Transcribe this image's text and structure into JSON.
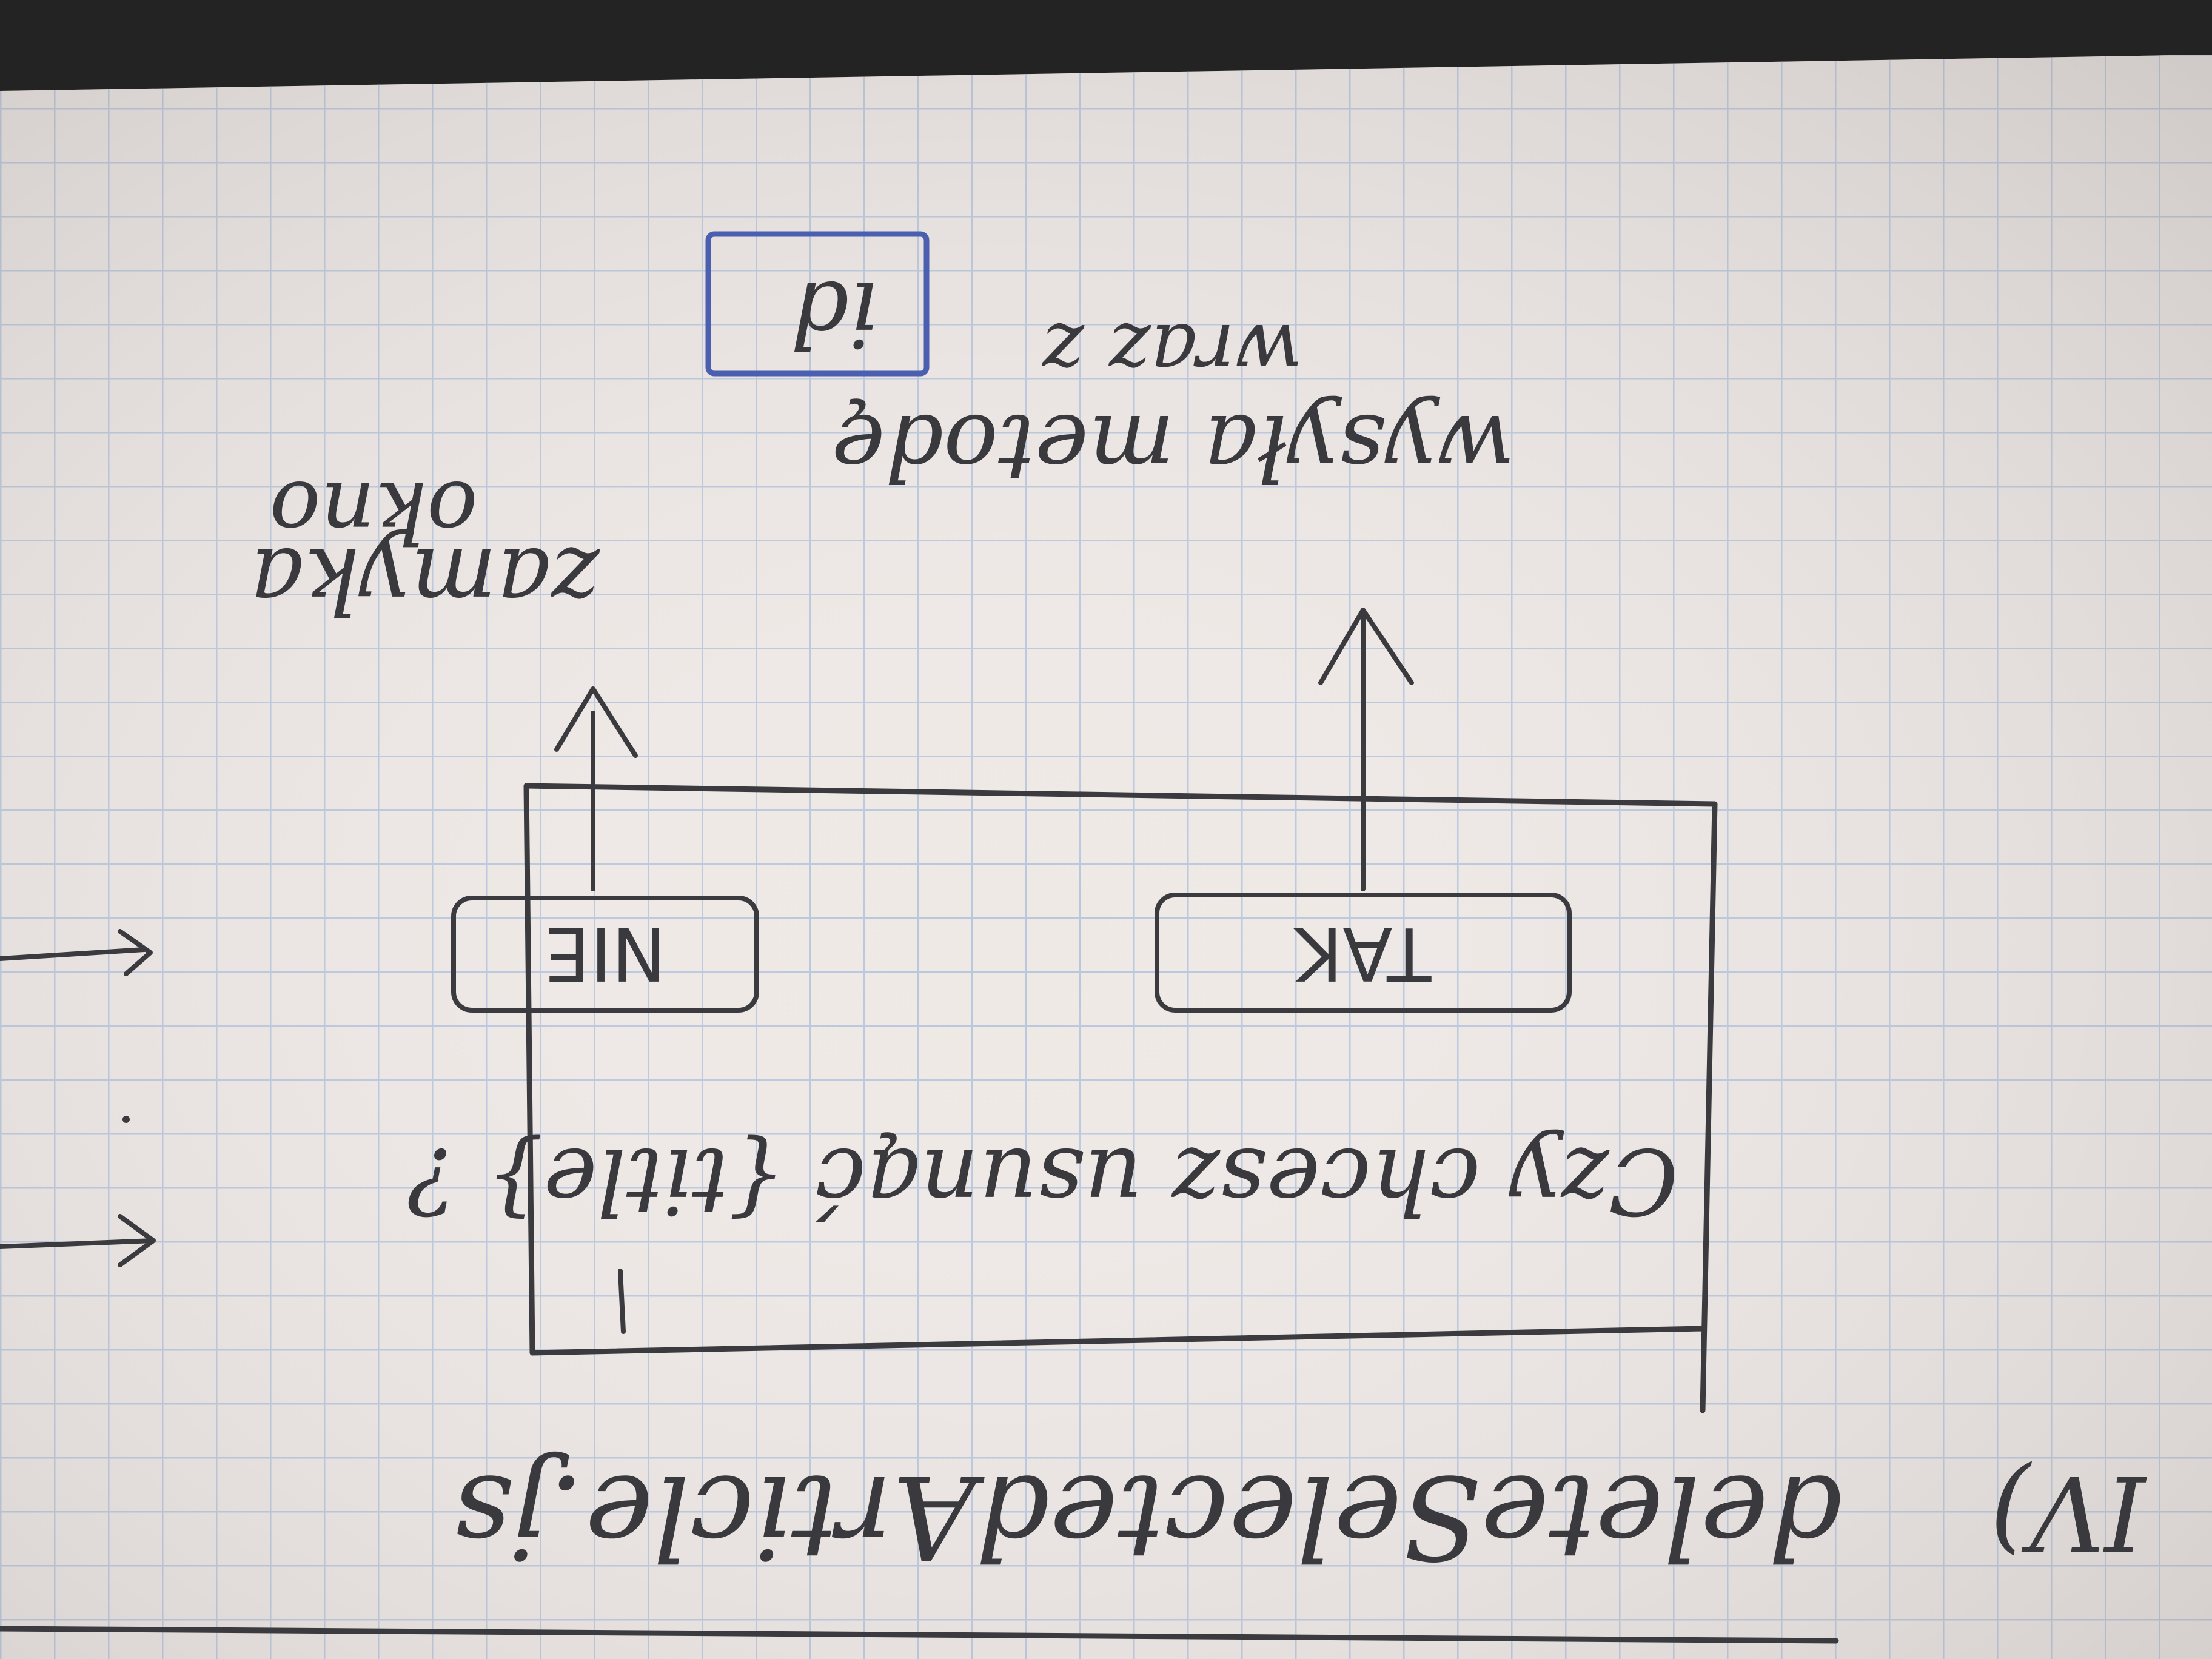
{
  "step_marker": "IV)",
  "heading": "deleteSelectedArticle.js",
  "dialog": {
    "question": "Czy chcesz usunąć {title} ?",
    "yes_button": "TAK",
    "no_button": "NIE"
  },
  "yes_action": {
    "line1": "wysyła metodę",
    "line2": "wraz z",
    "highlight": "id"
  },
  "no_action": {
    "line1": "zamyka",
    "line2": "okno"
  },
  "colors": {
    "grid_paper": "#efe9e6",
    "grid_line": "#b9c7de",
    "ink": "#3a3a3e",
    "highlight_box": "#4a5fb0"
  }
}
